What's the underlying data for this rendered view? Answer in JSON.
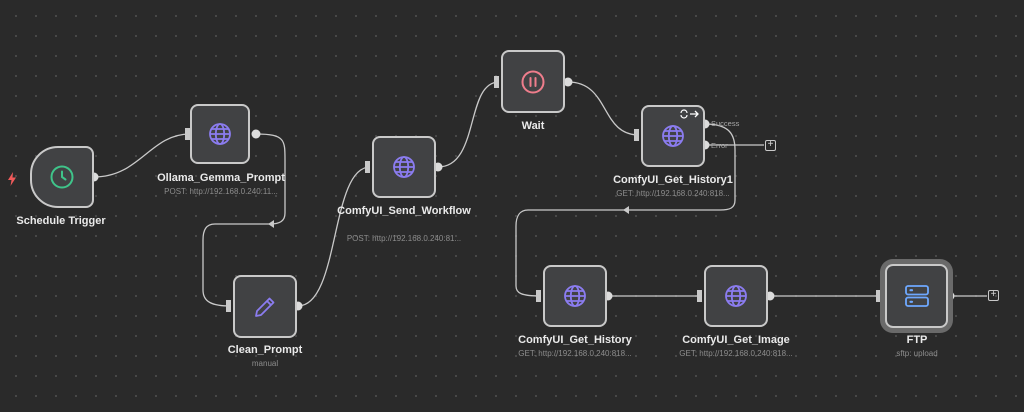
{
  "nodes": [
    {
      "id": "schedule",
      "title": "Schedule Trigger",
      "subtitle": "",
      "icon": "clock-icon"
    },
    {
      "id": "ollama",
      "title": "Ollama_Gemma_Prompt",
      "subtitle": "POST: http://192.168.0.240:11...",
      "icon": "globe-icon"
    },
    {
      "id": "clean",
      "title": "Clean_Prompt",
      "subtitle": "manual",
      "icon": "pencil-icon"
    },
    {
      "id": "send",
      "title": "ComfyUI_Send_Workflow",
      "subtitle": "POST: http://192.168.0.240:81...",
      "icon": "globe-icon"
    },
    {
      "id": "wait",
      "title": "Wait",
      "subtitle": "",
      "icon": "pause-icon"
    },
    {
      "id": "history1",
      "title": "ComfyUI_Get_History1",
      "subtitle": "GET: http://192.168.0.240:818...",
      "icon": "globe-icon"
    },
    {
      "id": "history",
      "title": "ComfyUI_Get_History",
      "subtitle": "GET: http://192.168.0.240:818...",
      "icon": "globe-icon"
    },
    {
      "id": "image",
      "title": "ComfyUI_Get_Image",
      "subtitle": "GET: http://192.168.0.240:818...",
      "icon": "globe-icon"
    },
    {
      "id": "ftp",
      "title": "FTP",
      "subtitle": "sftp: upload",
      "icon": "server-icon"
    }
  ],
  "outputs": {
    "success": "Success",
    "error": "Error"
  },
  "add_symbol": "+",
  "colors": {
    "canvas": "#2a2a2a",
    "node_fill": "#414244",
    "node_border": "#c9c9c9",
    "edge": "#c9c9c9",
    "globe": "#8b7cf0",
    "pencil": "#8b7cf0",
    "clock": "#3fc48a",
    "pause": "#ee7d8c",
    "server": "#6ea8ff",
    "bolt": "#f05a5a"
  }
}
